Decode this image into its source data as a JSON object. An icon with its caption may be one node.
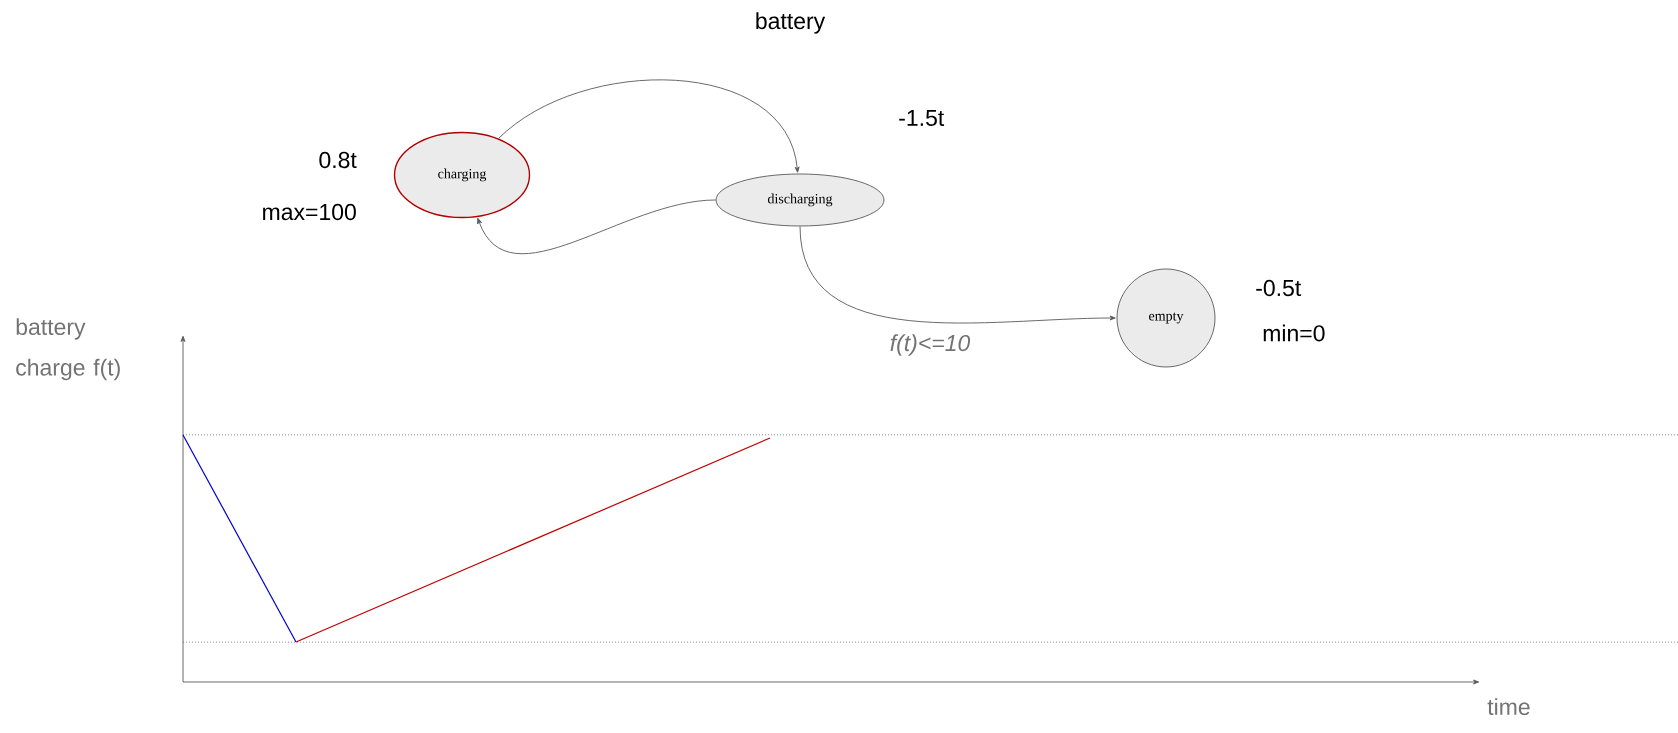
{
  "diagram": {
    "title": "battery",
    "nodes": [
      {
        "text": [
          "charging"
        ],
        "beside": [
          "0.8t",
          "max=100"
        ]
      },
      {
        "text": [
          "discharging"
        ],
        "beside": [
          "-1.5t"
        ]
      },
      {
        "text": [
          "empty"
        ],
        "beside": [
          "-0.5t",
          "min=0"
        ]
      }
    ],
    "edges": [
      {
        "from": 0,
        "to": 1,
        "arrow": "to"
      },
      {
        "from": 1,
        "to": 0,
        "arrow": "to"
      },
      {
        "from": 1,
        "to": 2,
        "arrow": "to",
        "label": "f(t)<=10"
      }
    ],
    "labels": [
      "battery charge f(t)",
      "time"
    ]
  }
}
